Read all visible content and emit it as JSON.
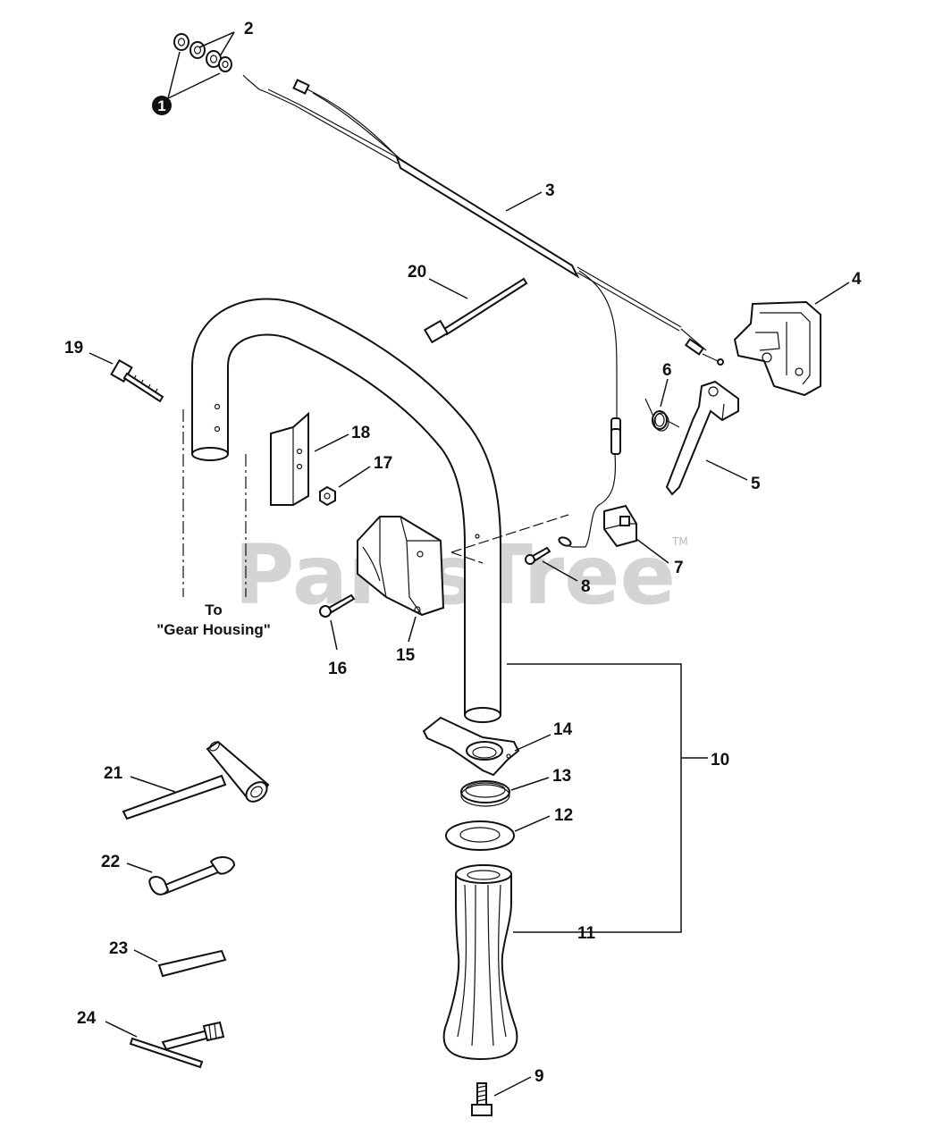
{
  "watermark": {
    "brand": "PartsTree",
    "trademark": "TM"
  },
  "callouts": [
    {
      "id": "c1",
      "text": "1"
    },
    {
      "id": "c2",
      "text": "2"
    },
    {
      "id": "c3",
      "text": "3"
    },
    {
      "id": "c4",
      "text": "4"
    },
    {
      "id": "c5",
      "text": "5"
    },
    {
      "id": "c6",
      "text": "6"
    },
    {
      "id": "c7",
      "text": "7"
    },
    {
      "id": "c8",
      "text": "8"
    },
    {
      "id": "c9",
      "text": "9"
    },
    {
      "id": "c10",
      "text": "10"
    },
    {
      "id": "c11",
      "text": "11"
    },
    {
      "id": "c12",
      "text": "12"
    },
    {
      "id": "c13",
      "text": "13"
    },
    {
      "id": "c14",
      "text": "14"
    },
    {
      "id": "c15",
      "text": "15"
    },
    {
      "id": "c16",
      "text": "16"
    },
    {
      "id": "c17",
      "text": "17"
    },
    {
      "id": "c18",
      "text": "18"
    },
    {
      "id": "c19",
      "text": "19"
    },
    {
      "id": "c20",
      "text": "20"
    },
    {
      "id": "c21",
      "text": "21"
    },
    {
      "id": "c22",
      "text": "22"
    },
    {
      "id": "c23",
      "text": "23"
    },
    {
      "id": "c24",
      "text": "24"
    }
  ],
  "note": {
    "line1": "To",
    "line2": "\"Gear Housing\""
  }
}
